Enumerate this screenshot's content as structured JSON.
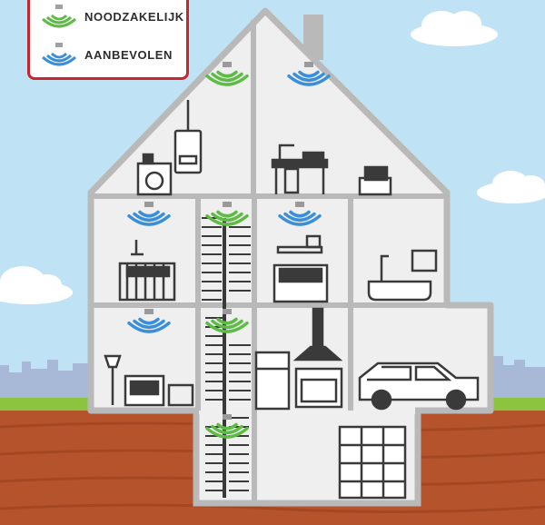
{
  "legend": {
    "items": [
      {
        "label": "NOODZAKELIJK",
        "level": "essential",
        "color": "#5dbb46"
      },
      {
        "label": "AANBEVOLEN",
        "level": "recommended",
        "color": "#3b8fd9"
      }
    ]
  },
  "colors": {
    "essential": "#5dbb46",
    "recommended": "#3b8fd9",
    "sky": "#bfe3f5",
    "grass": "#8cc43f",
    "soil": "#b5532c",
    "house_fill": "#efefef",
    "house_wall": "#b9b9b9",
    "legend_border": "#c8262c"
  },
  "detectors": [
    {
      "room": "attic-left",
      "level": "essential"
    },
    {
      "room": "attic-right",
      "level": "recommended"
    },
    {
      "room": "nursery",
      "level": "recommended"
    },
    {
      "room": "upper-stairwell",
      "level": "essential"
    },
    {
      "room": "bedroom",
      "level": "recommended"
    },
    {
      "room": "living-room",
      "level": "recommended"
    },
    {
      "room": "ground-stairwell",
      "level": "essential"
    },
    {
      "room": "basement-stairwell",
      "level": "essential"
    }
  ]
}
